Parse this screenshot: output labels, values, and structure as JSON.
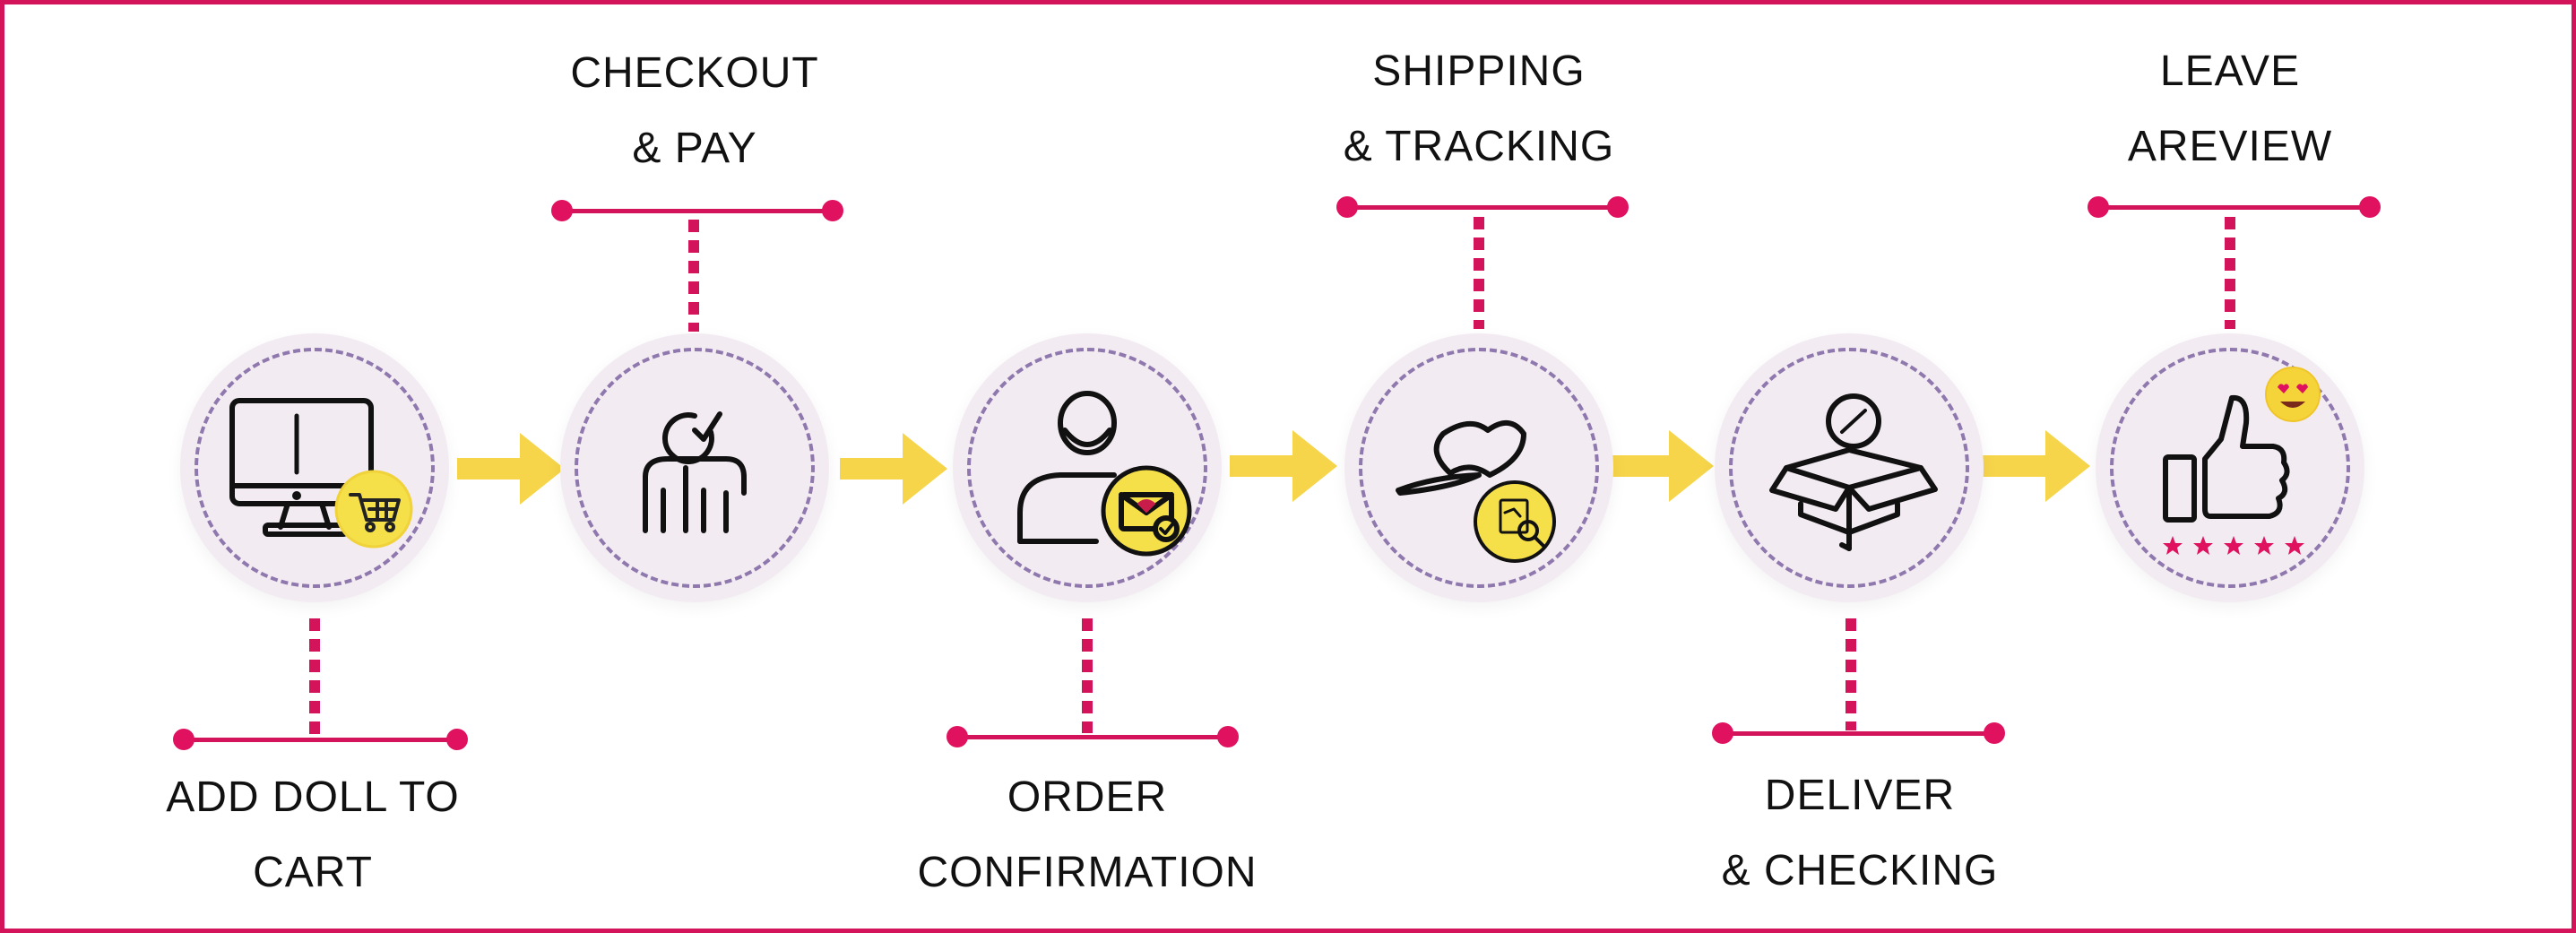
{
  "colors": {
    "accent": "#d4145a",
    "dash_ring": "#8e78ad",
    "circle_fill": "#f3ebf2",
    "arrow": "#f6d54a",
    "badge": "#f5e04a"
  },
  "steps": [
    {
      "line1": "ADD DOLL TO",
      "line2": "CART",
      "icon": "computer-cart-icon"
    },
    {
      "line1": "CHECKOUT",
      "line2": "& PAY",
      "icon": "person-check-icon"
    },
    {
      "line1": "ORDER",
      "line2": "CONFIRMATION",
      "icon": "person-mail-icon"
    },
    {
      "line1": "SHIPPING",
      "line2": "& TRACKING",
      "icon": "heart-tracking-icon"
    },
    {
      "line1": "DELIVER",
      "line2": "& CHECKING",
      "icon": "open-box-icon"
    },
    {
      "line1": "LEAVE",
      "line2": "AREVIEW",
      "icon": "thumbs-up-review-icon"
    }
  ]
}
